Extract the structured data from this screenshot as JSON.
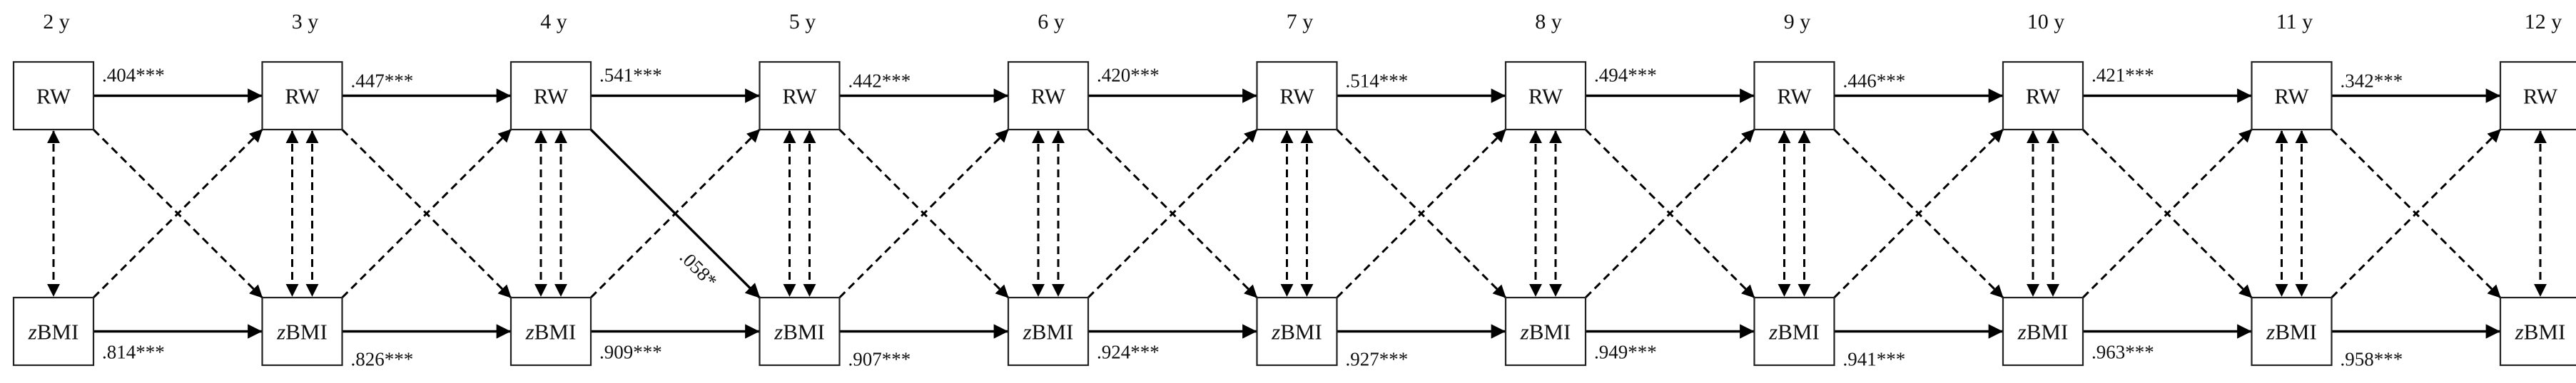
{
  "ages": [
    "2 y",
    "3 y",
    "4 y",
    "5 y",
    "6 y",
    "7 y",
    "8 y",
    "9 y",
    "10 y",
    "11 y",
    "12 y"
  ],
  "nodes": {
    "top_label": "RW",
    "bottom_label_italic": "z",
    "bottom_label_rest": "BMI"
  },
  "paths": {
    "rw_stability": [
      ".404***",
      ".447***",
      ".541***",
      ".442***",
      ".420***",
      ".514***",
      ".494***",
      ".446***",
      ".421***",
      ".342***"
    ],
    "zbmi_stability": [
      ".814***",
      ".826***",
      ".909***",
      ".907***",
      ".924***",
      ".927***",
      ".949***",
      ".941***",
      ".963***",
      ".958***"
    ],
    "significant_cross_lag": {
      "from_age_index": 2,
      "direction": "RW to zBMI",
      "label": ".058*"
    }
  }
}
